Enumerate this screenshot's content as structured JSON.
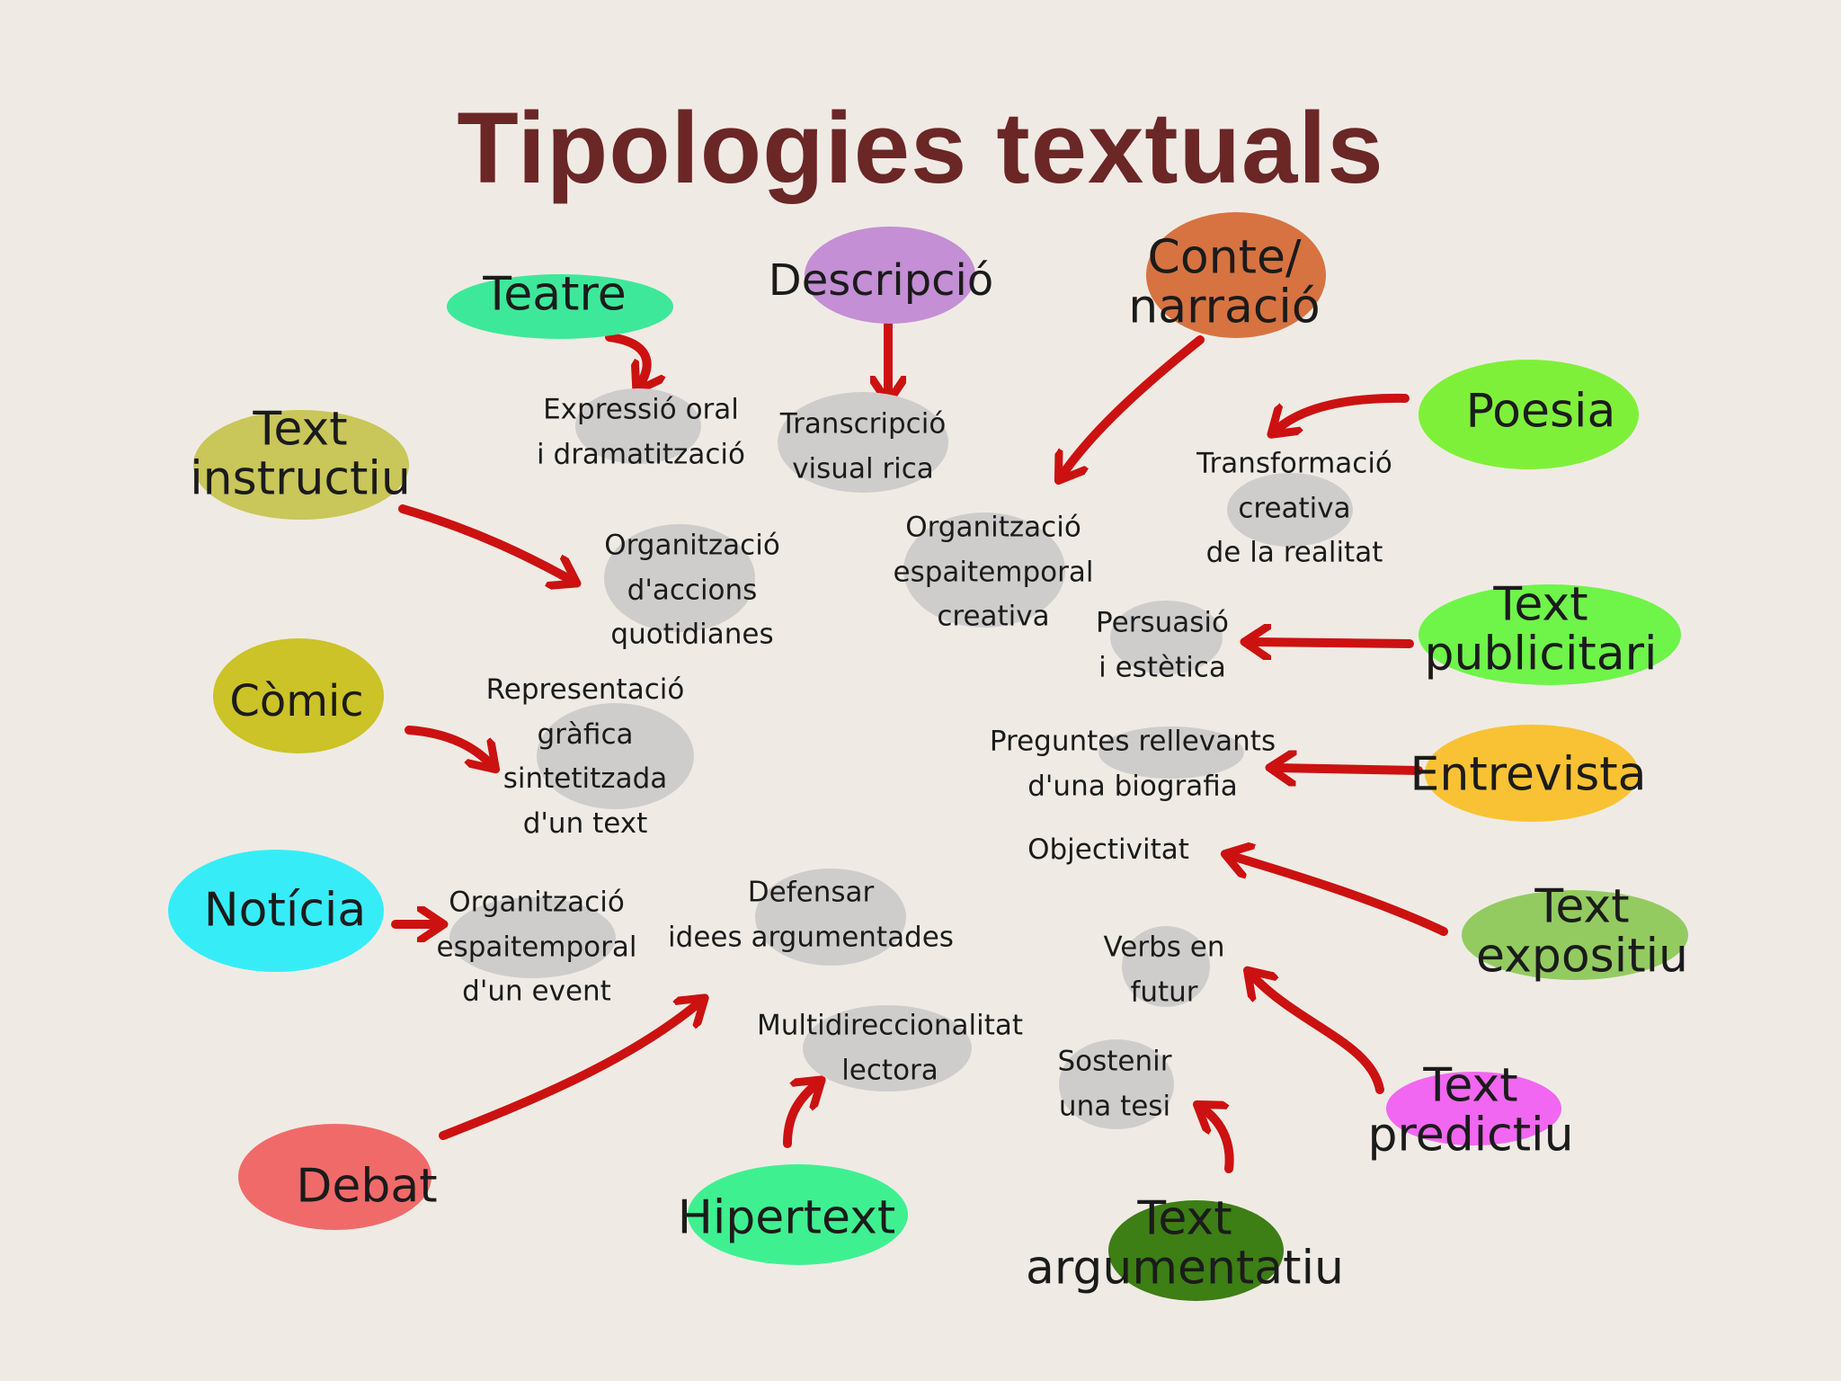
{
  "title": "Tipologies textuals",
  "colors": {
    "title": "#6b2626",
    "arrow": "#cc1111",
    "description_bubble": "#cfcdcc"
  },
  "types": {
    "teatre": {
      "label": "Teatre",
      "color": "#3ee89a"
    },
    "descripcio": {
      "label": "Descripció",
      "color": "#c48fd4"
    },
    "conte": {
      "label": "Conte/\nnarració",
      "color": "#d77341"
    },
    "poesia": {
      "label": "Poesia",
      "color": "#7ff03a"
    },
    "instructiu": {
      "label": "Text\ninstructiu",
      "color": "#c9c65a"
    },
    "publicitari": {
      "label": "Text\npublicitari",
      "color": "#6ff44a"
    },
    "comic": {
      "label": "Còmic",
      "color": "#cbc327"
    },
    "entrevista": {
      "label": "Entrevista",
      "color": "#f9c234"
    },
    "noticia": {
      "label": "Notícia",
      "color": "#36edf7"
    },
    "expositiu": {
      "label": "Text\nexpositiu",
      "color": "#93cb61"
    },
    "debat": {
      "label": "Debat",
      "color": "#f16a6a"
    },
    "hipertext": {
      "label": "Hipertext",
      "color": "#3ff091"
    },
    "predictiu": {
      "label": "Text\npredictiu",
      "color": "#f167f1"
    },
    "argumentatiu": {
      "label": "Text\nargumentatiu",
      "color": "#3d7e15"
    }
  },
  "descriptions": {
    "teatre": "Expressió oral\ni dramatització",
    "descripcio": "Transcripció\nvisual rica",
    "conte": "Organització\nespaitemporal\ncreativa",
    "poesia": "Transformació\ncreativa\nde la realitat",
    "instructiu": "Organització\nd'accions\nquotidianes",
    "publicitari": "Persuasió\ni estètica",
    "comic": "Representació\ngràfica\nsintetitzada\nd'un text",
    "entrevista": "Preguntes rellevants\nd'una biografia",
    "noticia": "Organització\nespaitemporal\nd'un event",
    "expositiu": "Objectivitat",
    "debat": "Defensar\nidees argumentades",
    "hipertext": "Multidireccionalitat\nlectora",
    "predictiu": "Verbs en\nfutur",
    "argumentatiu": "Sostenir\nuna tesi"
  }
}
